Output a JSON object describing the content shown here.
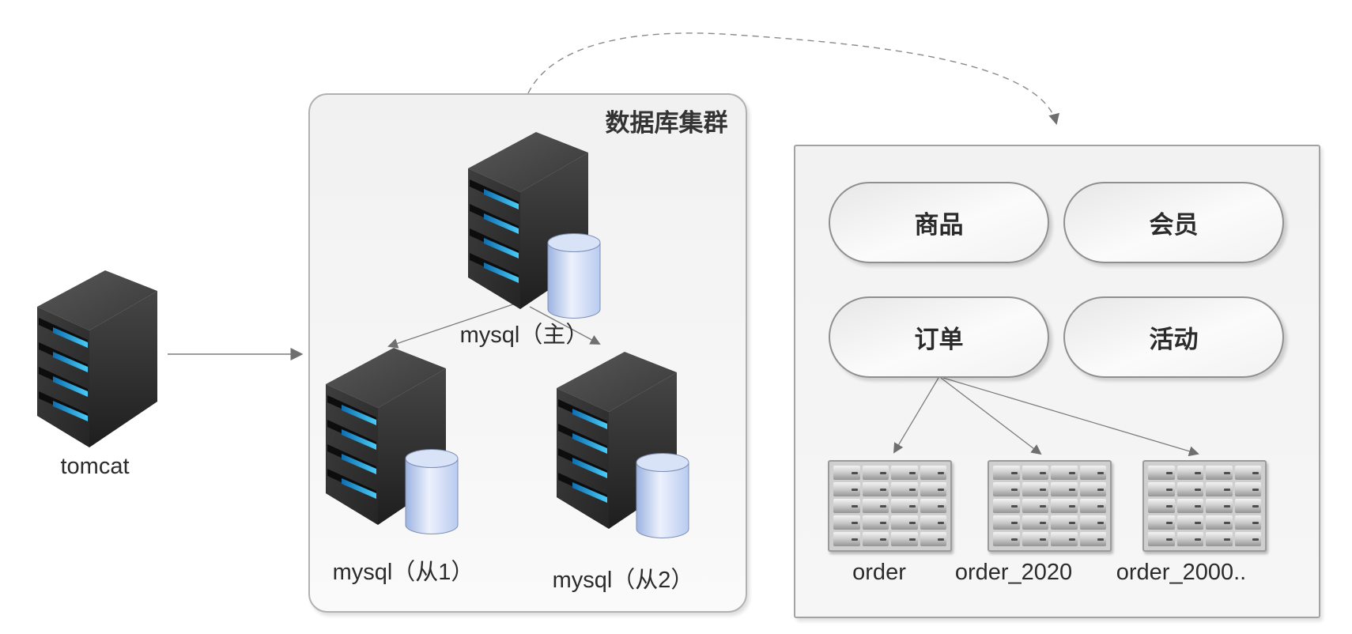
{
  "tomcat": {
    "label": "tomcat"
  },
  "cluster": {
    "title": "数据库集群",
    "master": {
      "label": "mysql（主）"
    },
    "slave1": {
      "label": "mysql（从1）"
    },
    "slave2": {
      "label": "mysql（从2）"
    }
  },
  "services": {
    "pills": [
      {
        "label": "商品"
      },
      {
        "label": "会员"
      },
      {
        "label": "订单"
      },
      {
        "label": "活动"
      }
    ],
    "tables": [
      {
        "label": "order"
      },
      {
        "label": "order_2020"
      },
      {
        "label": "order_2000.."
      }
    ]
  },
  "colors": {
    "led_blue": "#2fb0ea",
    "cylinder_blue": "#c9d8f3",
    "server_dark": "#2f2f2f",
    "line_gray": "#787878",
    "box_fill": "#f4f4f4"
  }
}
